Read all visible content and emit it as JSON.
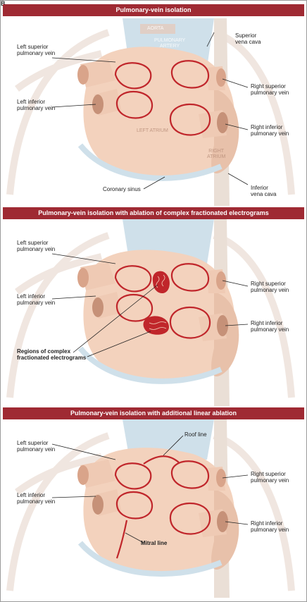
{
  "figure_mark": "B",
  "panels": [
    {
      "title": "Pulmonary-vein isolation",
      "labels": {
        "left_superior": [
          "Left superior",
          "pulmonary vein"
        ],
        "left_inferior": [
          "Left inferior",
          "pulmonary vein"
        ],
        "superior_vena_cava": [
          "Superior",
          "vena cava"
        ],
        "right_superior": [
          "Right superior",
          "pulmonary vein"
        ],
        "right_inferior": [
          "Right inferior",
          "pulmonary vein"
        ],
        "inferior_vena_cava": [
          "Inferior",
          "vena cava"
        ],
        "coronary_sinus": [
          "Coronary sinus"
        ],
        "aorta": [
          "AORTA"
        ],
        "pulmonary_artery": [
          "PULMONARY",
          "ARTERY"
        ],
        "left_atrium": [
          "LEFT ATRIUM"
        ],
        "right_atrium": [
          "RIGHT",
          "ATRIUM"
        ]
      }
    },
    {
      "title": "Pulmonary-vein isolation with ablation of complex fractionated electrograms",
      "labels": {
        "left_superior": [
          "Left superior",
          "pulmonary vein"
        ],
        "left_inferior": [
          "Left inferior",
          "pulmonary vein"
        ],
        "right_superior": [
          "Right superior",
          "pulmonary vein"
        ],
        "right_inferior": [
          "Right inferior",
          "pulmonary vein"
        ],
        "regions": [
          "Regions of complex",
          "fractionated electrograms"
        ]
      }
    },
    {
      "title": "Pulmonary-vein isolation with additional linear ablation",
      "labels": {
        "left_superior": [
          "Left superior",
          "pulmonary vein"
        ],
        "left_inferior": [
          "Left inferior",
          "pulmonary vein"
        ],
        "roof_line": [
          "Roof line"
        ],
        "right_superior": [
          "Right superior",
          "pulmonary vein"
        ],
        "right_inferior": [
          "Right inferior",
          "pulmonary vein"
        ],
        "mitral_line": [
          "Mitral line"
        ]
      }
    }
  ],
  "colors": {
    "banner": "#9f2a33",
    "ablation_line": "#c0262b",
    "atrium_tissue": "#f3d2bd",
    "atrium_shadow": "#e2b49c",
    "vessel_blue": "#cfe0ea",
    "background_sketch": "#d9c7bb"
  }
}
